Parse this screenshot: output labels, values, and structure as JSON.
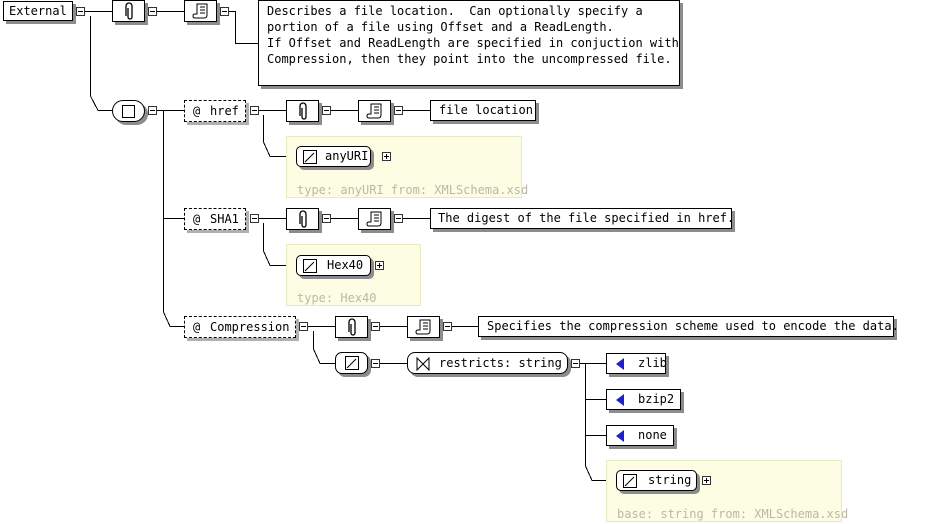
{
  "root": {
    "name": "External"
  },
  "root_documentation": "Describes a file location.  Can optionally specify a\nportion of a file using Offset and a ReadLength.\nIf Offset and ReadLength are specified in conjuction with\nCompression, then they point into the uncompressed file.",
  "attributes": [
    {
      "prefix": "@",
      "name": "href",
      "documentation": "file location",
      "type_name": "anyURI",
      "type_info": "type: anyURI from: XMLSchema.xsd"
    },
    {
      "prefix": "@",
      "name": "SHA1",
      "documentation": "The digest of the file specified in href.",
      "type_name": "Hex40",
      "type_info": "type: Hex40"
    },
    {
      "prefix": "@",
      "name": "Compression",
      "documentation": "Specifies the compression scheme used to encode the data.",
      "restriction": "restricts: string",
      "enumerations": [
        "zlib",
        "bzip2",
        "none"
      ],
      "base_type_name": "string",
      "base_type_info": "base: string from: XMLSchema.xsd"
    }
  ],
  "icons": {
    "annotation": "paperclip-icon",
    "documentation": "scroll-icon",
    "attribute_group": "square-icon",
    "simple_type": "simple-type-icon",
    "restriction": "bowtie-icon",
    "enumeration": "triangle-icon"
  },
  "colors": {
    "type_box_background": "#fdfde4",
    "type_info_text": "#b9b9a6",
    "enumeration_marker": "#1f1fcc"
  }
}
